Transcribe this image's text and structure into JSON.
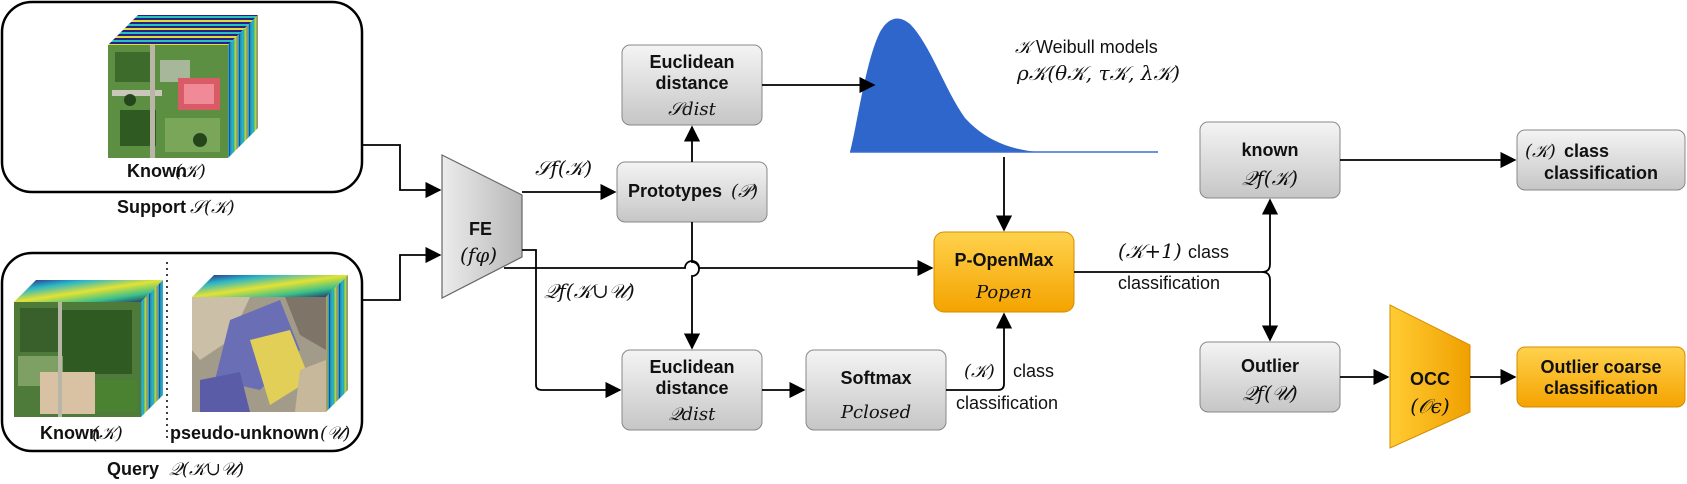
{
  "support": {
    "cube_label_bold": "Known",
    "cube_label_math": "(𝒦)",
    "caption_bold": "Support",
    "caption_math": "𝒮(𝒦)"
  },
  "query": {
    "known_label_bold": "Known",
    "known_label_math": "(𝒦)",
    "pseudo_label_bold": "pseudo-unknown",
    "pseudo_label_math": "(𝒰)",
    "caption_bold": "Query",
    "caption_math": "𝒬(𝒦∪𝒰)"
  },
  "fe": {
    "title": "FE",
    "math": "(f𝜑)"
  },
  "edges": {
    "support_features": "𝒮f(𝒦)",
    "query_features": "𝒬f(𝒦∪𝒰)",
    "k_plus_one_math": "(𝒦+1)",
    "k_plus_one_word": "class",
    "k_plus_one_line2": "classification",
    "k_math": "(𝒦)",
    "k_word": "class",
    "k_line2": "classification"
  },
  "prototypes": {
    "label": "Prototypes",
    "math": "(𝒫)"
  },
  "euclid_top": {
    "line1": "Euclidean",
    "line2": "distance",
    "math": "𝒮dist"
  },
  "euclid_bottom": {
    "line1": "Euclidean",
    "line2": "distance",
    "math": "𝒬dist"
  },
  "softmax": {
    "label": "Softmax",
    "math": "Pclosed"
  },
  "weibull": {
    "line1_math": "𝒦",
    "line1_text": "Weibull models",
    "line2_math": "ρ𝒦(θ𝒦, τ𝒦, λ𝒦)"
  },
  "popenmax": {
    "label": "P-OpenMax",
    "math": "Popen"
  },
  "known_box": {
    "label": "known",
    "math": "𝒬f(𝒦)"
  },
  "known_out": {
    "math": "(𝒦)",
    "line1": "class",
    "line2": "classification"
  },
  "outlier_box": {
    "label": "Outlier",
    "math": "𝒬f(𝒰)"
  },
  "occ": {
    "title": "OCC",
    "math": "(𝒪ϵ)"
  },
  "outlier_out": {
    "line1": "Outlier coarse",
    "line2": "classification"
  },
  "colors": {
    "gray_box_top": "#f4f4f4",
    "gray_box_bottom": "#c6c6c6",
    "orange_top": "#ffd24d",
    "orange_bottom": "#f4a300",
    "weibull_fill": "#2f66cc"
  }
}
